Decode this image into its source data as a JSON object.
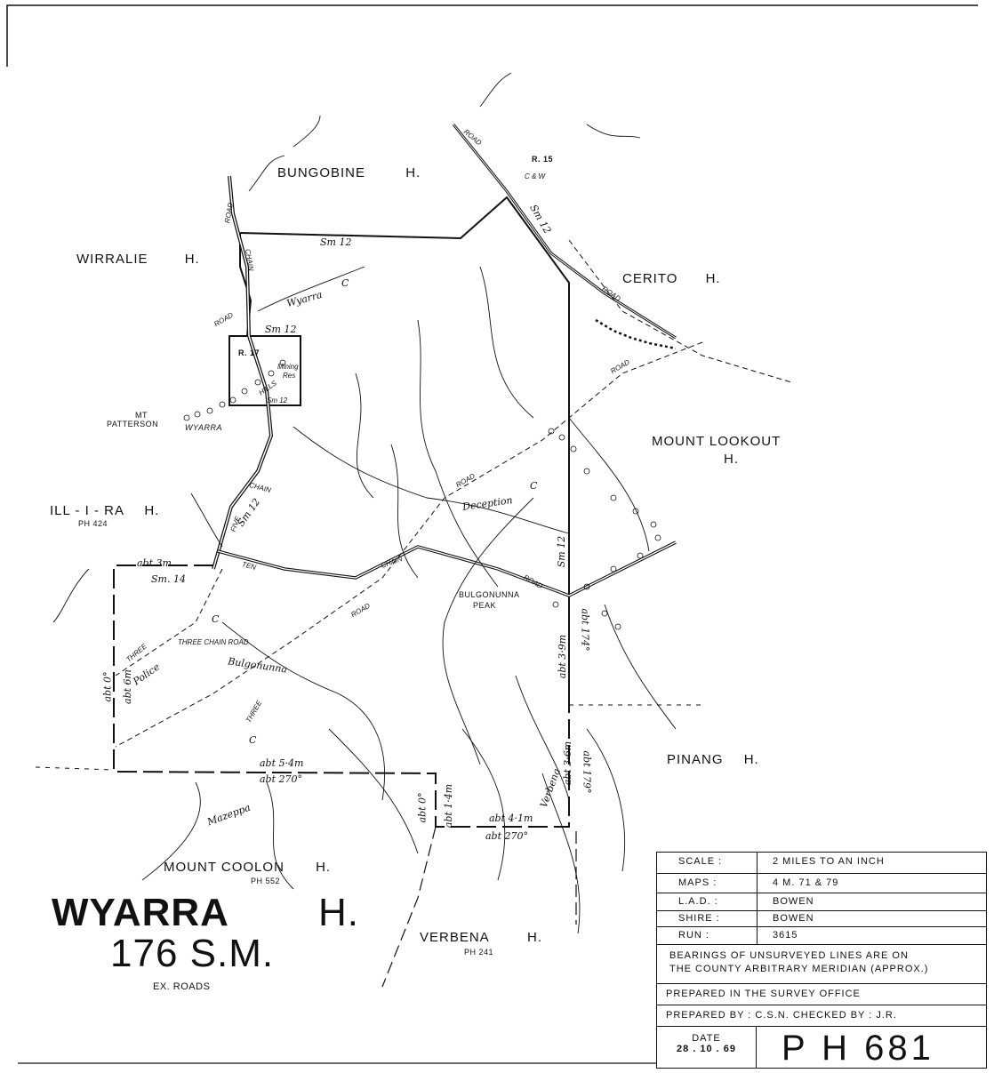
{
  "title": {
    "holding_name": "WYARRA",
    "holding_suffix": "H.",
    "area": "176 S.M.",
    "note": "EX. ROADS"
  },
  "adjoining_holdings": {
    "bungobine": "BUNGOBINE",
    "bungobine_suffix": "H.",
    "wirralie": "WIRRALIE",
    "wirralie_suffix": "H.",
    "cerito": "CERITO",
    "cerito_suffix": "H.",
    "mount_lookout": "MOUNT LOOKOUT",
    "mount_lookout_suffix": "H.",
    "illira": "ILL - I - RA",
    "illira_suffix": "H.",
    "illira_ref": "PH 424",
    "pinang": "PINANG",
    "pinang_suffix": "H.",
    "mount_coolon": "MOUNT COOLON",
    "mount_coolon_suffix": "H.",
    "mount_coolon_ref": "PH 552",
    "verbena": "VERBENA",
    "verbena_suffix": "H.",
    "verbena_ref": "PH 241"
  },
  "features": {
    "reserve_17": "R. 17",
    "mining_reserve_1": "Mining",
    "mining_reserve_2": "Res",
    "reserve_15": "R. 15",
    "cw_reserve": "C & W",
    "mt_patterson_1": "MT",
    "mt_patterson_2": "PATTERSON",
    "wyarra_range": "WYARRA",
    "hills": "HILLS",
    "bulgonunna_peak_1": "BULGONUNNA",
    "bulgonunna_peak_2": "PEAK",
    "road": "ROAD",
    "chain": "CHAIN",
    "ten": "TEN",
    "three": "THREE",
    "five": "FIVE",
    "three_chain_road": "THREE  CHAIN  ROAD",
    "deception_creek": "Deception",
    "bulgonunna_creek": "Bulgonunna",
    "wyarra_creek": "Wyarra",
    "police_creek": "Police",
    "verbena_creek": "Verbena",
    "mazeppa_creek": "Mazeppa",
    "c": "C"
  },
  "boundary_labels": {
    "sm12": "Sm 12",
    "sm14": "Sm. 14",
    "abt_3m": "abt 3m",
    "abt_0": "abt 0°",
    "abt_6m": "abt 6m",
    "abt_5_4m": "abt 5·4m",
    "abt_270": "abt 270°",
    "abt_1_4m": "abt 1·4m",
    "abt_4_1m": "abt 4·1m",
    "abt_3_6m": "abt 3·6m",
    "abt_179": "abt 179°",
    "abt_3_9m": "abt 3·9m",
    "abt_174": "abt 174°"
  },
  "title_block": {
    "scale_key": "SCALE :",
    "scale_value": "2  MILES TO AN  INCH",
    "maps_key": "MAPS :",
    "maps_value": "4 M. 71  &  79",
    "lad_key": "L.A.D. :",
    "lad_value": "BOWEN",
    "shire_key": "SHIRE :",
    "shire_value": "BOWEN",
    "run_key": "RUN  :",
    "run_value": "3615",
    "bearings_line1": "BEARINGS OF UNSURVEYED LINES ARE ON",
    "bearings_line2": "THE COUNTY ARBITRARY MERIDIAN (APPROX.)",
    "prepared_in": "PREPARED  IN  THE  SURVEY  OFFICE",
    "prepared_by": "PREPARED  BY : C.S.N.   CHECKED  BY : J.R.",
    "date_label": "DATE",
    "date_value": "28 . 10 . 69",
    "plan_number": "P H 681"
  }
}
